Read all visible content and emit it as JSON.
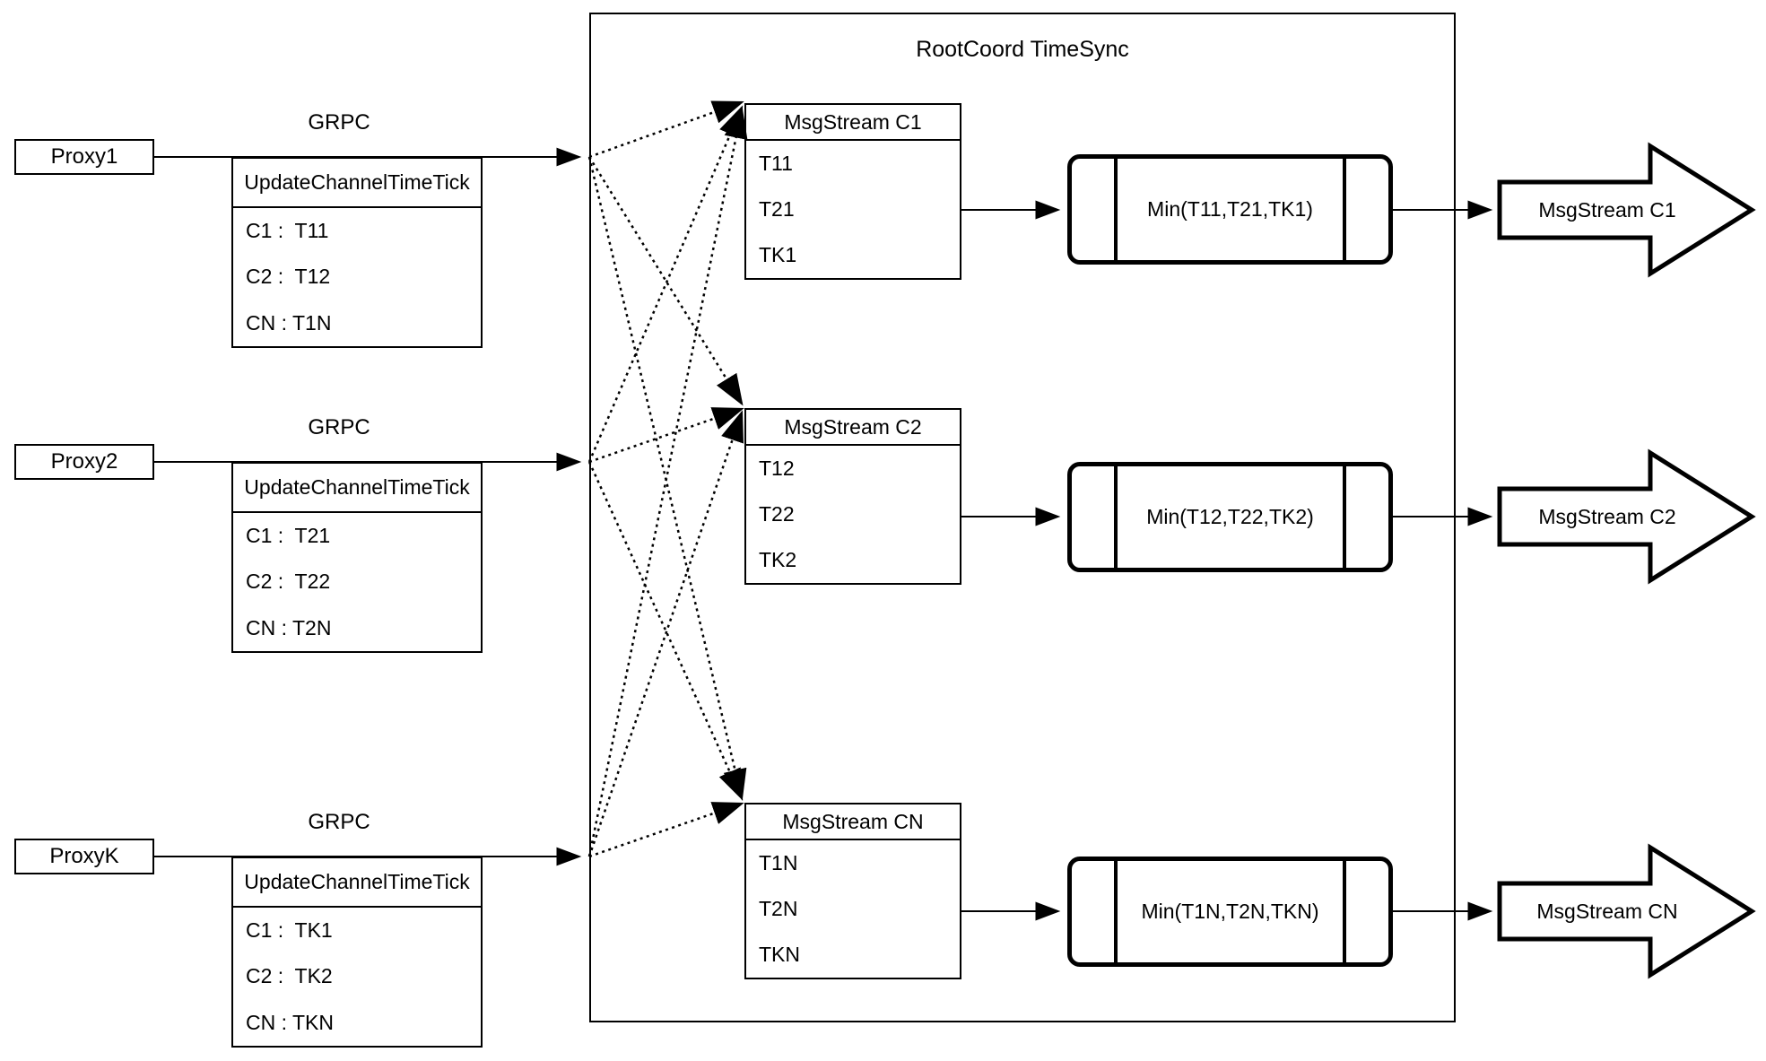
{
  "title": "RootCoord TimeSync",
  "colors": {
    "stroke": "#000000",
    "background": "#ffffff"
  },
  "proxies": [
    {
      "name": "Proxy1",
      "protocol_label": "GRPC",
      "message_title": "UpdateChannelTimeTick",
      "rows": [
        "C1 :  T11",
        "C2 :  T12",
        "CN : T1N"
      ]
    },
    {
      "name": "Proxy2",
      "protocol_label": "GRPC",
      "message_title": "UpdateChannelTimeTick",
      "rows": [
        "C1 :  T21",
        "C2 :  T22",
        "CN : T2N"
      ]
    },
    {
      "name": "ProxyK",
      "protocol_label": "GRPC",
      "message_title": "UpdateChannelTimeTick",
      "rows": [
        "C1 :  TK1",
        "C2 :  TK2",
        "CN : TKN"
      ]
    }
  ],
  "streams": [
    {
      "header": "MsgStream C1",
      "ticks": [
        "T11",
        "T21",
        "TK1"
      ],
      "min_label": "Min(T11,T21,TK1)",
      "output_label": "MsgStream C1"
    },
    {
      "header": "MsgStream C2",
      "ticks": [
        "T12",
        "T22",
        "TK2"
      ],
      "min_label": "Min(T12,T22,TK2)",
      "output_label": "MsgStream C2"
    },
    {
      "header": "MsgStream CN",
      "ticks": [
        "T1N",
        "T2N",
        "TKN"
      ],
      "min_label": "Min(T1N,T2N,TKN)",
      "output_label": "MsgStream CN"
    }
  ]
}
